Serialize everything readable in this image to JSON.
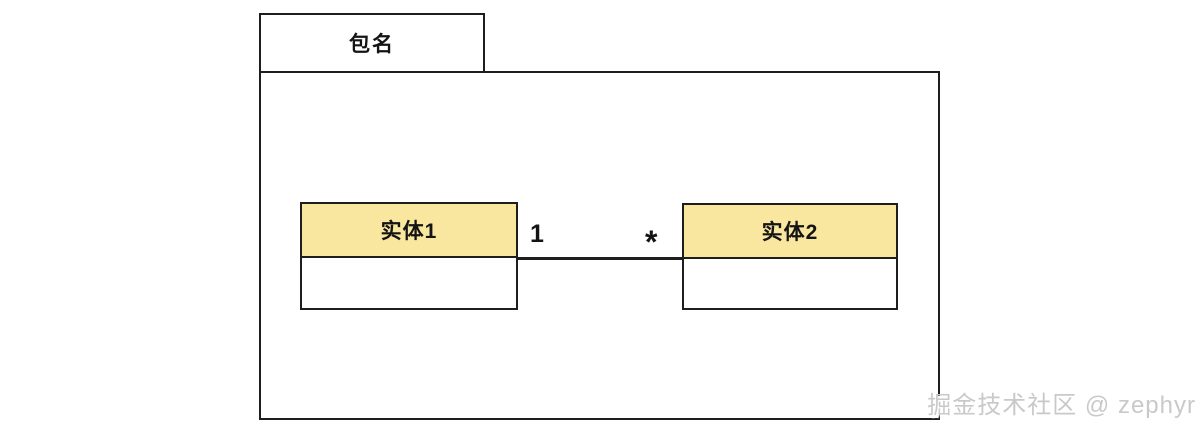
{
  "diagram": {
    "package": {
      "name": "包名"
    },
    "entities": [
      {
        "name": "实体1"
      },
      {
        "name": "实体2"
      }
    ],
    "association": {
      "source_multiplicity": "1",
      "target_multiplicity": "*"
    },
    "colors": {
      "background": "#ffffff",
      "stroke": "#1e1e1e",
      "entity_header_fill": "#F9E7A0",
      "watermark_text": "#c9c9c9"
    }
  },
  "watermark": {
    "text": "掘金技术社区 @ zephyr"
  }
}
